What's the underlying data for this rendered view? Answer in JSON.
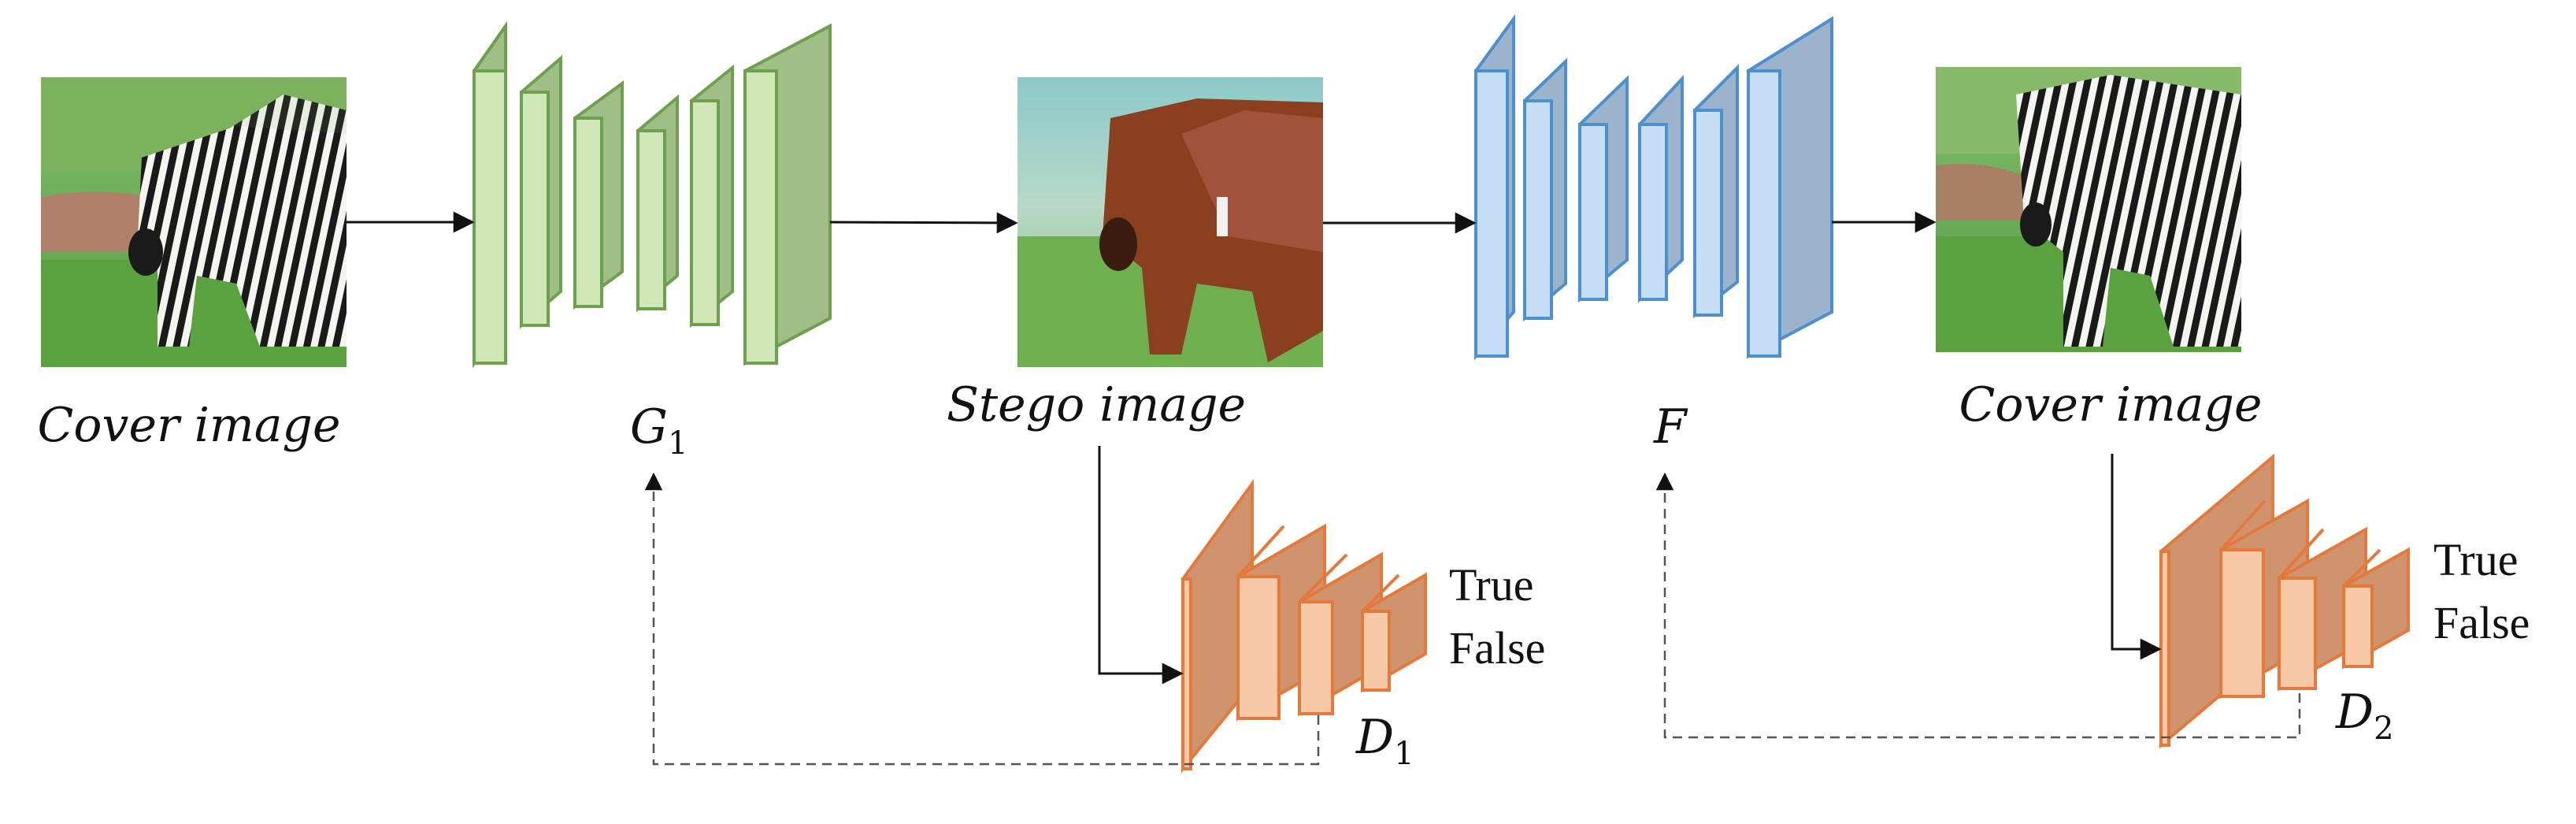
{
  "labels": {
    "cover_left": "Cover image",
    "generator_main": "G",
    "generator_sub": "1",
    "stego": "Stego image",
    "extractor": "F",
    "cover_right": "Cover image",
    "disc1_main": "D",
    "disc1_sub": "1",
    "disc1_true": "True",
    "disc1_false": "False",
    "disc2_main": "D",
    "disc2_sub": "2",
    "disc2_true": "True",
    "disc2_false": "False"
  },
  "colors": {
    "generator_face": "#cfe6b6",
    "generator_side": "#9fbf87",
    "generator_edge": "#6fa04f",
    "extractor_face": "#c5def6",
    "extractor_side": "#9bb3cb",
    "extractor_edge": "#4d8fcf",
    "disc_face": "#f8c9a6",
    "disc_side": "#cf936e",
    "disc_edge": "#e37a3c",
    "grass": "#6aa84f",
    "arrow": "#111111"
  },
  "icons": {
    "cover_left": "zebra-photo",
    "stego": "horse-photo",
    "cover_right": "zebra-photo"
  }
}
